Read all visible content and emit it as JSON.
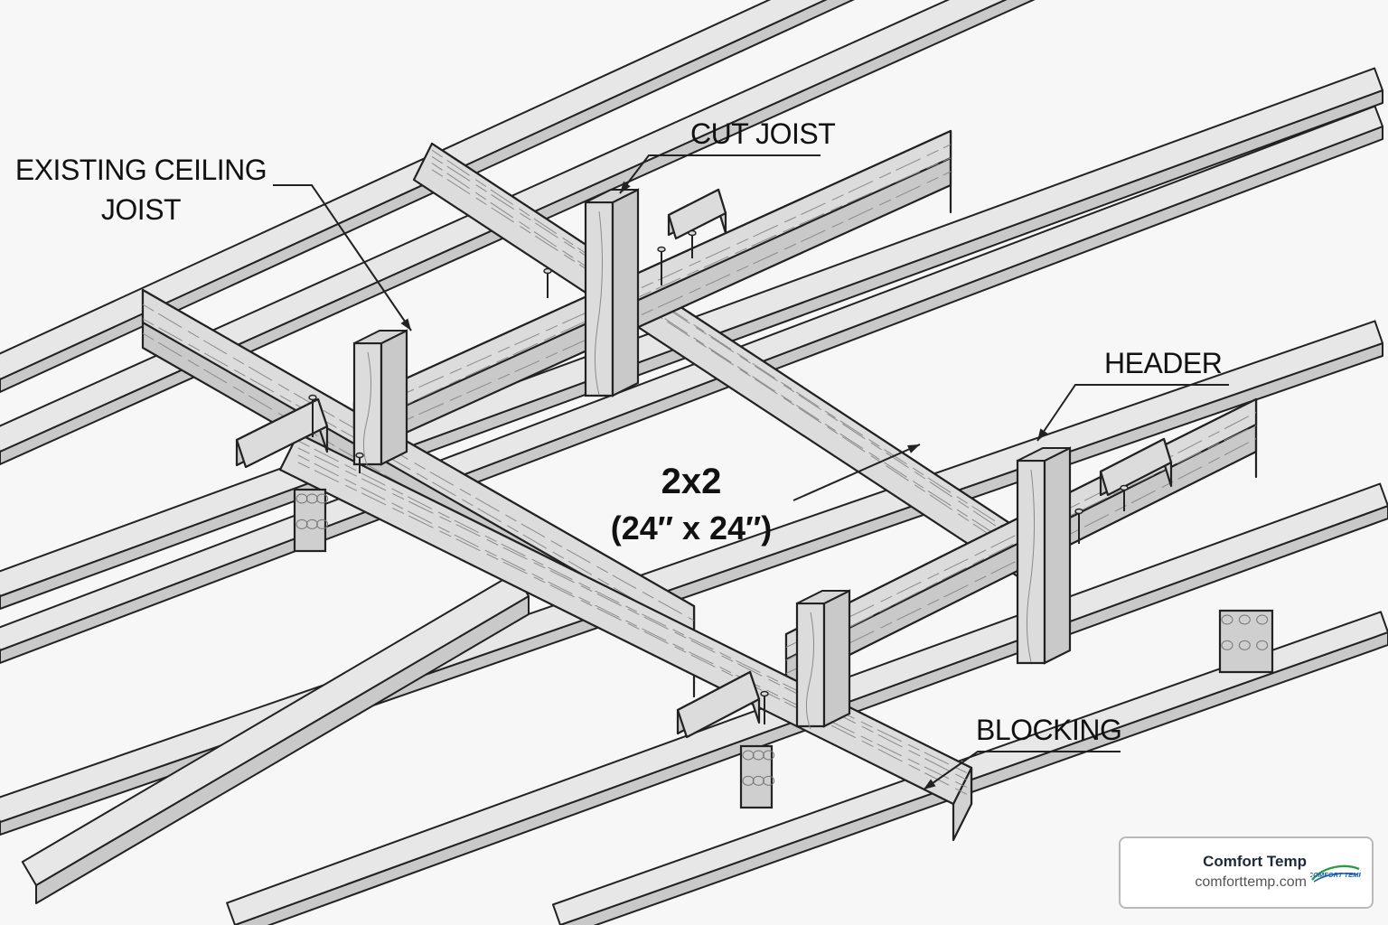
{
  "labels": {
    "existing_ceiling_joist": [
      "EXISTING CEILING",
      "JOIST"
    ],
    "cut_joist": "CUT JOIST",
    "header": "HEADER",
    "blocking": "BLOCKING",
    "opening_size": "2x2",
    "opening_dims": "(24″ x 24″)"
  },
  "badge": {
    "name": "Comfort Temp",
    "url": "comforttemp.com",
    "logo_text": "COMFORT TEMP",
    "logo_color": "#1f5fa8",
    "logo_swoosh_color": "#2e9a45"
  },
  "colors": {
    "lumber": "#dcdcdc",
    "lumber_top": "#e7e7e7",
    "lumber_side": "#c9c9c9",
    "outline": "#222222",
    "background": "#f7f7f7"
  }
}
